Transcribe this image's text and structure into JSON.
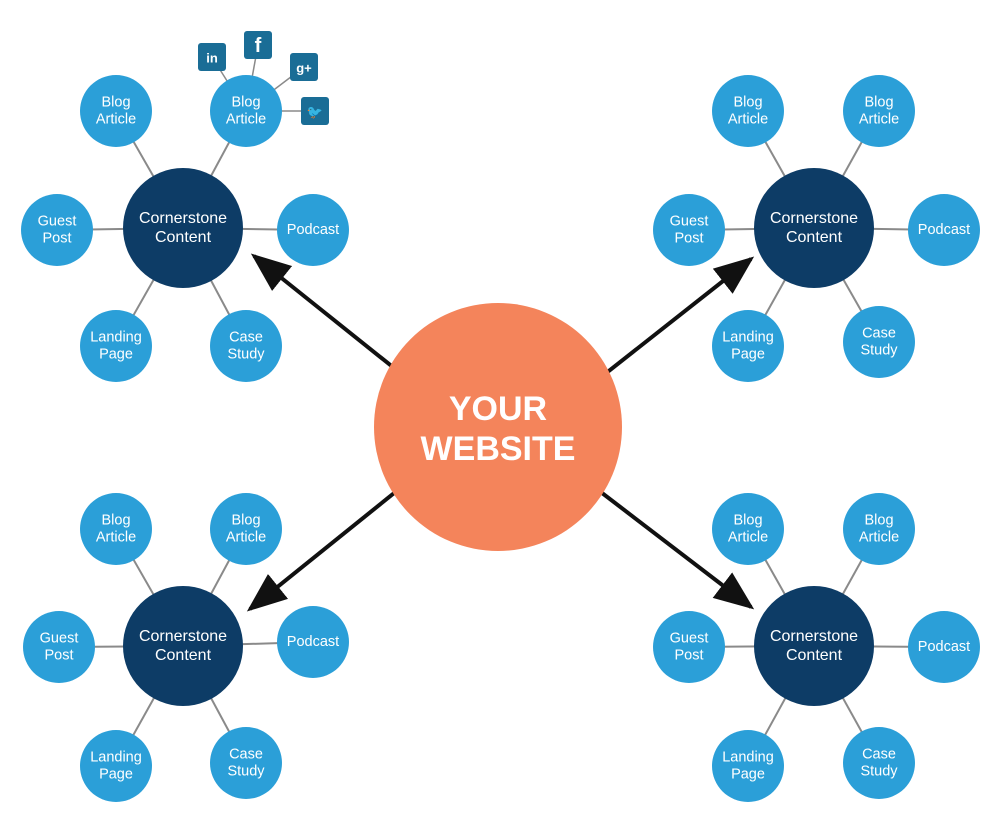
{
  "colors": {
    "center": "#f4845b",
    "hub": "#0d3c66",
    "spoke": "#2b9fd8",
    "social": "#1a6d96",
    "line": "#8a8a8a",
    "arrow": "#111111",
    "white": "#ffffff"
  },
  "center": {
    "lines": [
      "YOUR",
      "WEBSITE"
    ]
  },
  "hub_label": [
    "Cornerstone",
    "Content"
  ],
  "clusters": [
    {
      "spokes": [
        {
          "lines": [
            "Blog",
            "Article"
          ]
        },
        {
          "lines": [
            "Blog",
            "Article"
          ]
        },
        {
          "lines": [
            "Podcast"
          ]
        },
        {
          "lines": [
            "Case",
            "Study"
          ]
        },
        {
          "lines": [
            "Landing",
            "Page"
          ]
        },
        {
          "lines": [
            "Guest",
            "Post"
          ]
        }
      ]
    },
    {
      "spokes": [
        {
          "lines": [
            "Blog",
            "Article"
          ]
        },
        {
          "lines": [
            "Blog",
            "Article"
          ]
        },
        {
          "lines": [
            "Podcast"
          ]
        },
        {
          "lines": [
            "Case",
            "Study"
          ]
        },
        {
          "lines": [
            "Landing",
            "Page"
          ]
        },
        {
          "lines": [
            "Guest",
            "Post"
          ]
        }
      ]
    },
    {
      "spokes": [
        {
          "lines": [
            "Blog",
            "Article"
          ]
        },
        {
          "lines": [
            "Blog",
            "Article"
          ]
        },
        {
          "lines": [
            "Podcast"
          ]
        },
        {
          "lines": [
            "Case",
            "Study"
          ]
        },
        {
          "lines": [
            "Landing",
            "Page"
          ]
        },
        {
          "lines": [
            "Guest",
            "Post"
          ]
        }
      ]
    },
    {
      "spokes": [
        {
          "lines": [
            "Blog",
            "Article"
          ]
        },
        {
          "lines": [
            "Blog",
            "Article"
          ]
        },
        {
          "lines": [
            "Podcast"
          ]
        },
        {
          "lines": [
            "Case",
            "Study"
          ]
        },
        {
          "lines": [
            "Landing",
            "Page"
          ]
        },
        {
          "lines": [
            "Guest",
            "Post"
          ]
        }
      ]
    }
  ],
  "social_icons": [
    {
      "name": "linkedin-icon",
      "glyph": "in"
    },
    {
      "name": "facebook-icon",
      "glyph": "f"
    },
    {
      "name": "google-plus-icon",
      "glyph": "g+"
    },
    {
      "name": "twitter-icon",
      "glyph": "🐦"
    }
  ]
}
